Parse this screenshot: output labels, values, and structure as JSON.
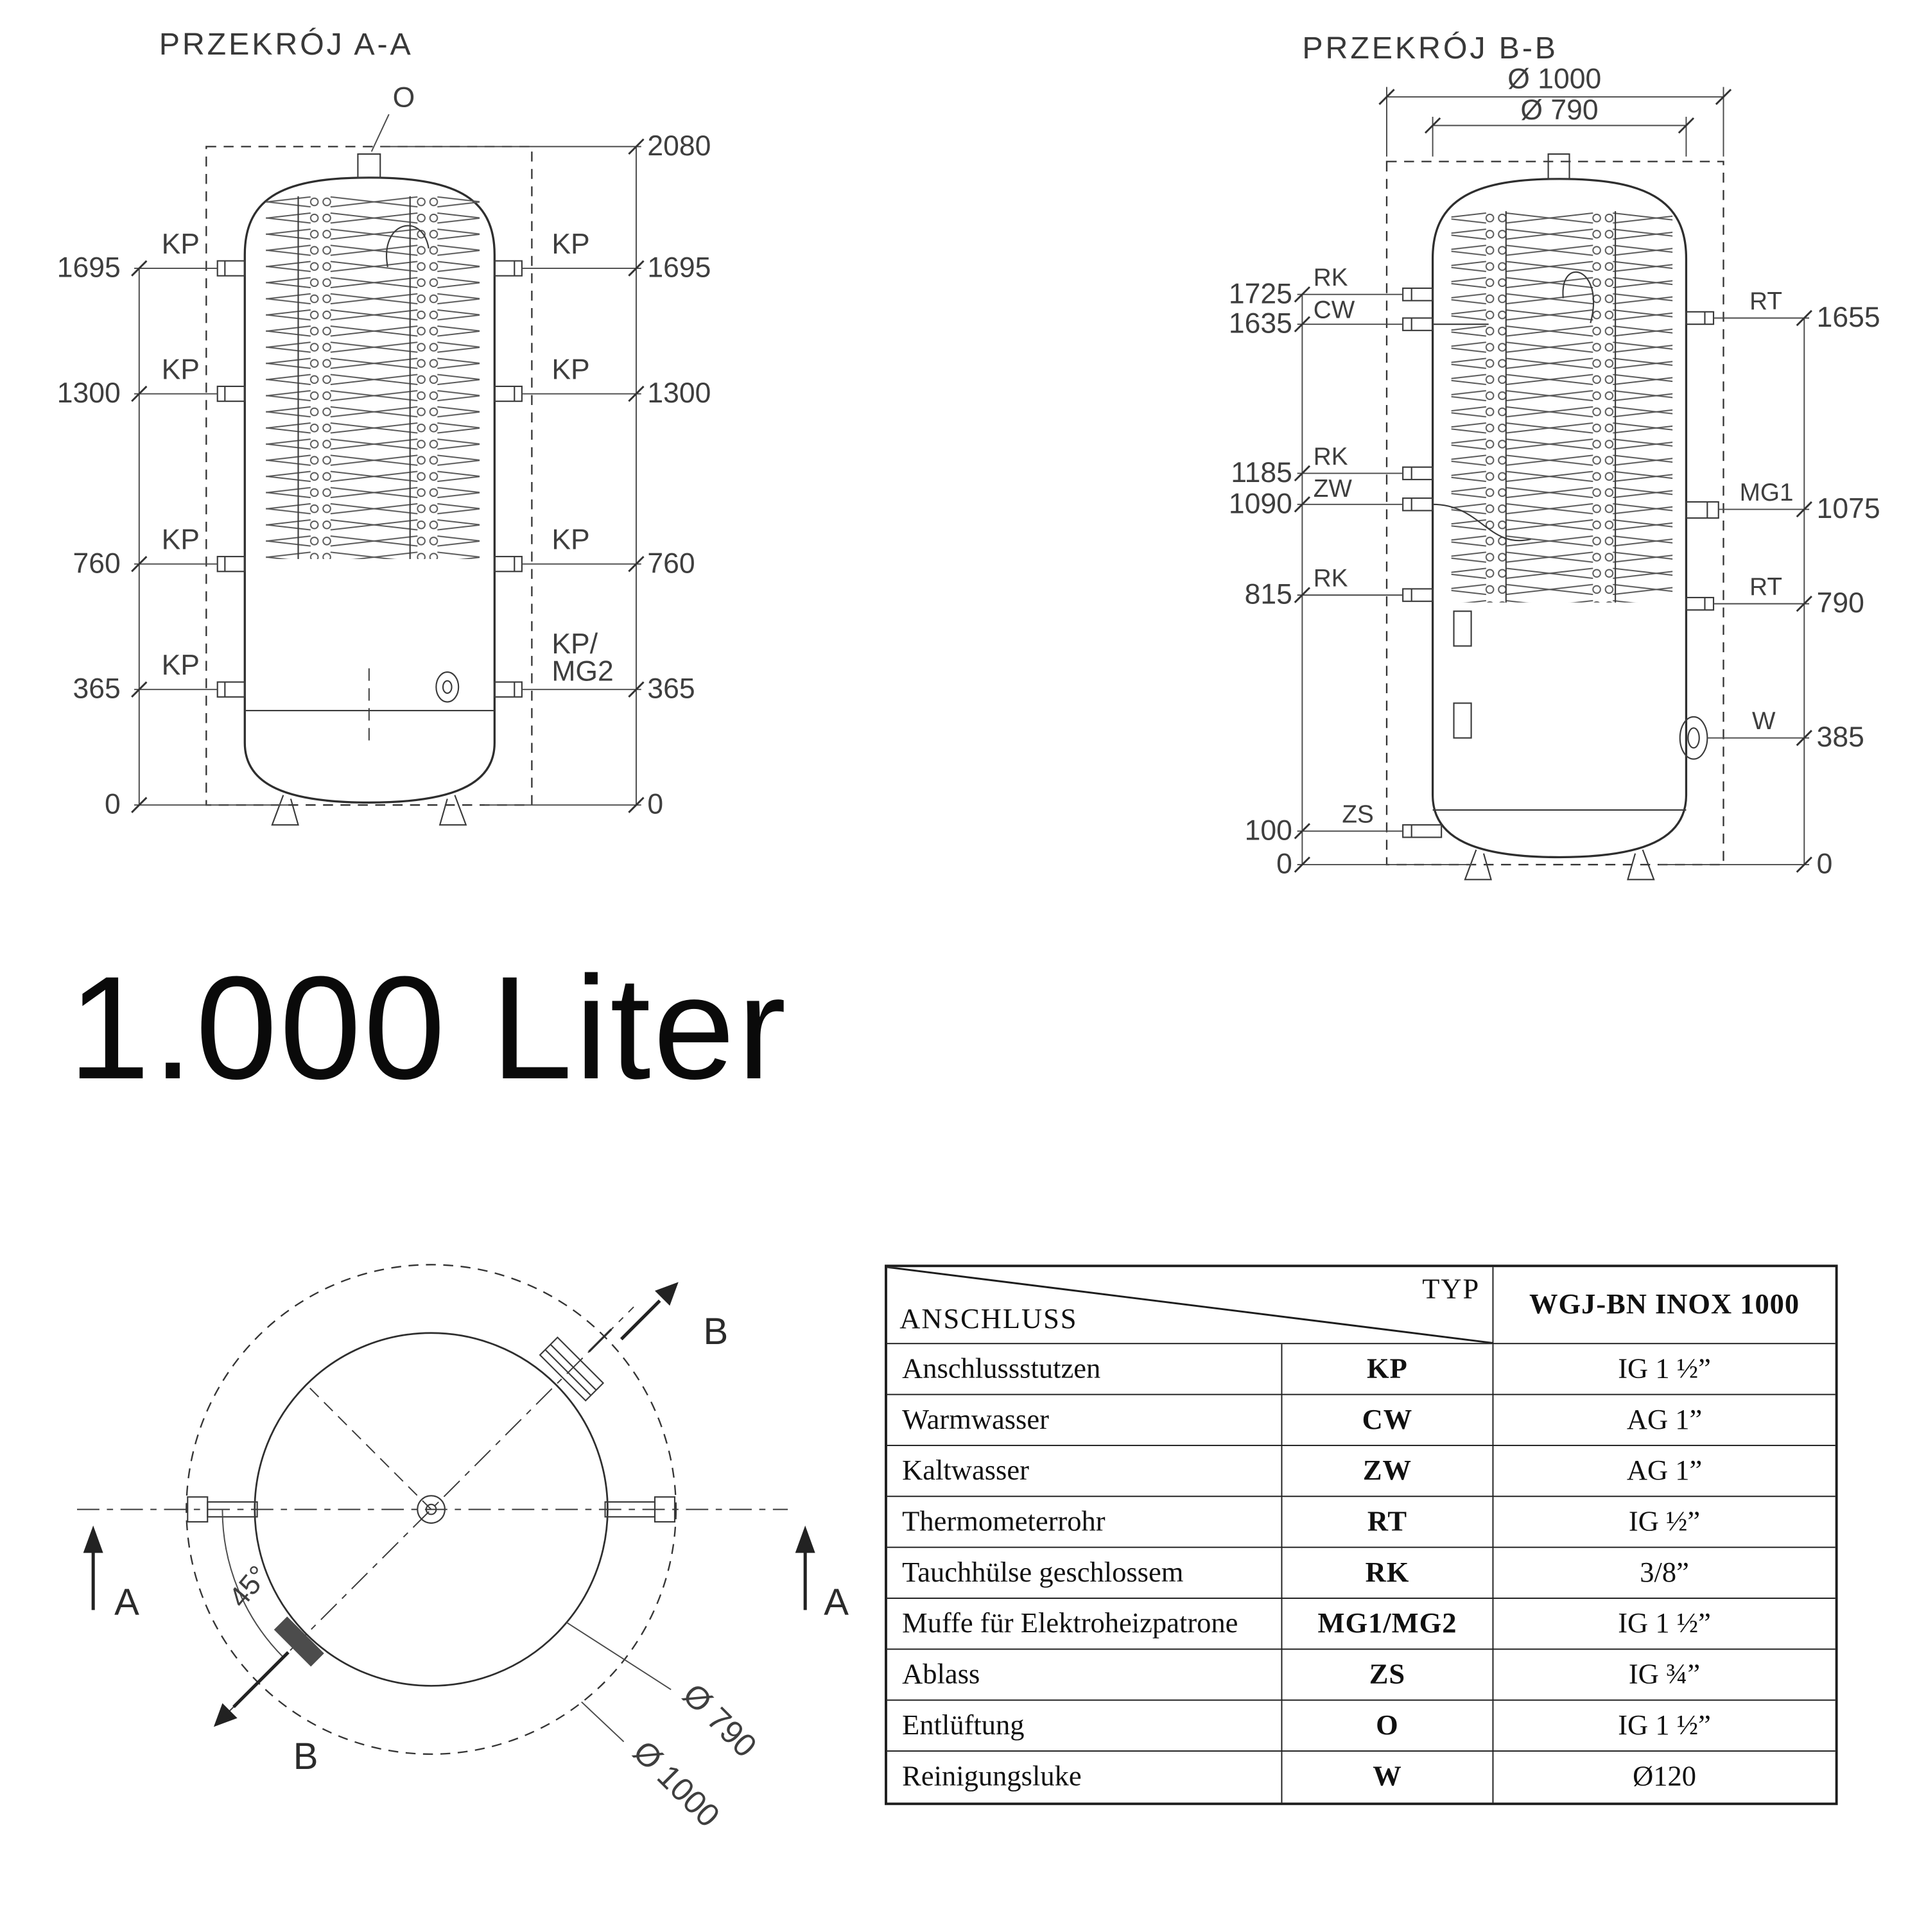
{
  "capacity_label": "1.000 Liter",
  "section_aa": {
    "title": "PRZEKRÓJ A-A",
    "vent_label": "O",
    "total_height": "2080",
    "levels": [
      {
        "height": "1695",
        "left_label": "KP",
        "right_label": "KP"
      },
      {
        "height": "1300",
        "left_label": "KP",
        "right_label": "KP"
      },
      {
        "height": "760",
        "left_label": "KP",
        "right_label": "KP"
      },
      {
        "height": "365",
        "left_label": "KP",
        "right_label": "KP/",
        "right_label2": "MG2"
      }
    ],
    "baseline": "0"
  },
  "section_bb": {
    "title": "PRZEKRÓJ B-B",
    "outer_diameter": "Ø 1000",
    "inner_diameter": "Ø 790",
    "left_ports": [
      {
        "height": "1725",
        "code": "RK"
      },
      {
        "height": "1635",
        "code": "CW"
      },
      {
        "height": "1185",
        "code": "RK"
      },
      {
        "height": "1090",
        "code": "ZW"
      },
      {
        "height": "815",
        "code": "RK"
      },
      {
        "height": "100",
        "code": "ZS"
      }
    ],
    "right_ports": [
      {
        "code": "RT",
        "height": "1655"
      },
      {
        "code": "MG1",
        "height": "1075"
      },
      {
        "code": "RT",
        "height": "790"
      },
      {
        "code": "W",
        "height": "385"
      }
    ],
    "baseline": "0"
  },
  "top_view": {
    "section_a_label": "A",
    "section_b_label": "B",
    "angle_label": "45°",
    "inner_diameter": "Ø 790",
    "outer_diameter": "Ø 1000"
  },
  "table": {
    "header": {
      "typ": "TYP",
      "anschluss": "ANSCHLUSS",
      "model": "WGJ-BN INOX 1000"
    },
    "rows": [
      {
        "name": "Anschlussstutzen",
        "code": "KP",
        "size": "IG 1 ½”"
      },
      {
        "name": "Warmwasser",
        "code": "CW",
        "size": "AG 1”"
      },
      {
        "name": "Kaltwasser",
        "code": "ZW",
        "size": "AG 1”"
      },
      {
        "name": "Thermometerrohr",
        "code": "RT",
        "size": "IG ½”"
      },
      {
        "name": "Tauchhülse geschlossem",
        "code": "RK",
        "size": "3/8”"
      },
      {
        "name": "Muffe für Elektroheizpatrone",
        "code": "MG1/MG2",
        "size": "IG 1 ½”"
      },
      {
        "name": "Ablass",
        "code": "ZS",
        "size": "IG ¾”"
      },
      {
        "name": "Entlüftung",
        "code": "O",
        "size": "IG 1 ½”"
      },
      {
        "name": "Reinigungsluke",
        "code": "W",
        "size": "Ø120"
      }
    ]
  }
}
